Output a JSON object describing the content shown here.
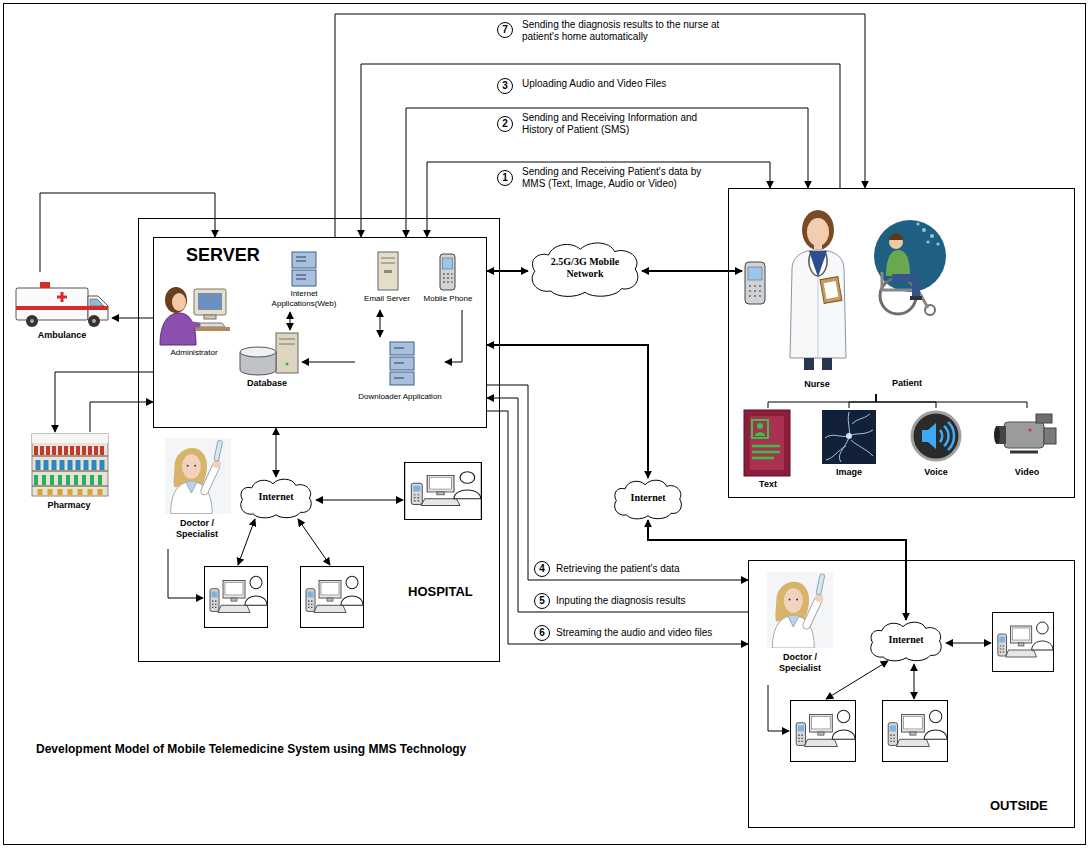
{
  "diagram": {
    "caption": "Development Model of Mobile Telemedicine System using MMS Technology",
    "nodes": [
      {
        "text": [
          "HOSPITAL"
        ]
      },
      {
        "text": [
          "SERVER"
        ],
        "in": 0
      },
      {
        "text": [
          "Internet Applications(Web)"
        ],
        "in": 1
      },
      {
        "text": [
          "Email Server"
        ],
        "in": 1
      },
      {
        "text": [
          "Mobile Phone"
        ],
        "in": 1
      },
      {
        "text": [
          "Administrator"
        ],
        "in": 1
      },
      {
        "text": [
          "Database"
        ],
        "in": 1
      },
      {
        "text": [
          "Downloader Application"
        ],
        "in": 1
      },
      {
        "text": [
          "Doctor / Specialist"
        ],
        "in": 0
      },
      {
        "text": [
          "Internet"
        ],
        "in": 0
      },
      {
        "text": [
          "Ambulance"
        ]
      },
      {
        "text": [
          "Pharmacy"
        ]
      },
      {
        "text": [
          "2.5G/3G Mobile Network"
        ]
      },
      {
        "text": []
      },
      {
        "text": [
          "Nurse"
        ],
        "in": 13
      },
      {
        "text": [
          "Patient"
        ],
        "in": 13
      },
      {
        "text": [
          "Text"
        ],
        "in": 13
      },
      {
        "text": [
          "Image"
        ],
        "in": 13
      },
      {
        "text": [
          "Voice"
        ],
        "in": 13
      },
      {
        "text": [
          "Video"
        ],
        "in": 13
      },
      {
        "text": [
          "Internet"
        ]
      },
      {
        "text": [
          "OUTSIDE"
        ]
      },
      {
        "text": [
          "Doctor / Specialist"
        ],
        "in": 21
      },
      {
        "text": [
          "Internet"
        ],
        "in": 21
      }
    ],
    "edges": [
      {
        "from": 1,
        "to": 13,
        "label": "Sending and Receiving Patient's data by MMS (Text, Image, Audio or Video)",
        "arrow": "both"
      },
      {
        "from": 1,
        "to": 13,
        "label": "Sending and Receiving Information and History of Patient (SMS)",
        "arrow": "both"
      },
      {
        "from": 13,
        "to": 1,
        "label": "Uploading Audio and Video Files",
        "arrow": "to"
      },
      {
        "from": 1,
        "to": 13,
        "label": "Sending the diagnosis results to the nurse at patient's home automatically",
        "arrow": "to"
      },
      {
        "from": 2,
        "to": 6,
        "arrow": "both"
      },
      {
        "from": 3,
        "to": 7,
        "arrow": "both"
      },
      {
        "from": 4,
        "to": 7,
        "arrow": "to"
      },
      {
        "from": 7,
        "to": 6,
        "arrow": "to"
      },
      {
        "from": 1,
        "to": 9,
        "arrow": "both"
      },
      {
        "from": 10,
        "to": 1,
        "arrow": "to"
      },
      {
        "from": 1,
        "to": 10,
        "arrow": "to"
      },
      {
        "from": 1,
        "to": 11,
        "arrow": "to"
      },
      {
        "from": 11,
        "to": 1,
        "arrow": "to"
      },
      {
        "from": 1,
        "to": 12,
        "arrow": "both"
      },
      {
        "from": 12,
        "to": 14,
        "arrow": "both"
      },
      {
        "from": 1,
        "to": 20,
        "arrow": "both"
      },
      {
        "from": 20,
        "to": 23,
        "arrow": "both"
      },
      {
        "from": 1,
        "to": 21,
        "label": "Retrieving the patient's data",
        "arrow": "to"
      },
      {
        "from": 21,
        "to": 1,
        "label": "Inputing the diagnosis results",
        "arrow": "to"
      },
      {
        "from": 1,
        "to": 21,
        "label": "Streaming the audio and video files",
        "arrow": "to"
      },
      {
        "from": 15,
        "to": 16,
        "arrow": "none"
      },
      {
        "from": 15,
        "to": 17,
        "arrow": "none"
      },
      {
        "from": 15,
        "to": 18,
        "arrow": "none"
      },
      {
        "from": 15,
        "to": 19,
        "arrow": "none"
      }
    ],
    "labels": [
      "7",
      "3",
      "2",
      "1",
      "4",
      "5",
      "6"
    ]
  }
}
